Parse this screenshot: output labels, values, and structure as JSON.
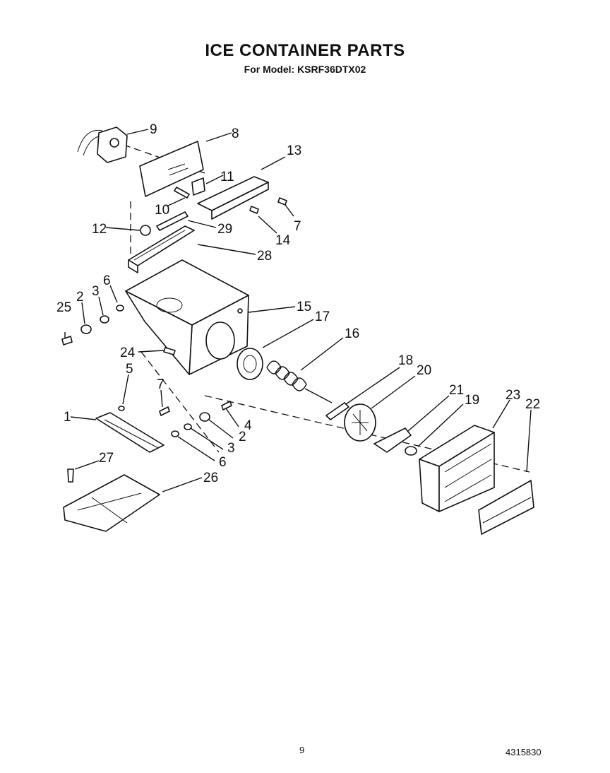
{
  "header": {
    "title": "ICE CONTAINER PARTS",
    "subtitle": "For Model: KSRF36DTX02"
  },
  "footer": {
    "page_number": "9",
    "document_number": "4315830"
  },
  "callouts": {
    "p1": "1",
    "p2a": "2",
    "p2b": "2",
    "p3a": "3",
    "p3b": "3",
    "p4": "4",
    "p5": "5",
    "p6a": "6",
    "p6b": "6",
    "p7a": "7",
    "p7b": "7",
    "p8": "8",
    "p9": "9",
    "p10": "10",
    "p11": "11",
    "p12": "12",
    "p13": "13",
    "p14": "14",
    "p15": "15",
    "p16": "16",
    "p17": "17",
    "p18": "18",
    "p19": "19",
    "p20": "20",
    "p21": "21",
    "p22": "22",
    "p23": "23",
    "p24": "24",
    "p25": "25",
    "p26": "26",
    "p27": "27",
    "p28": "28",
    "p29": "29"
  }
}
